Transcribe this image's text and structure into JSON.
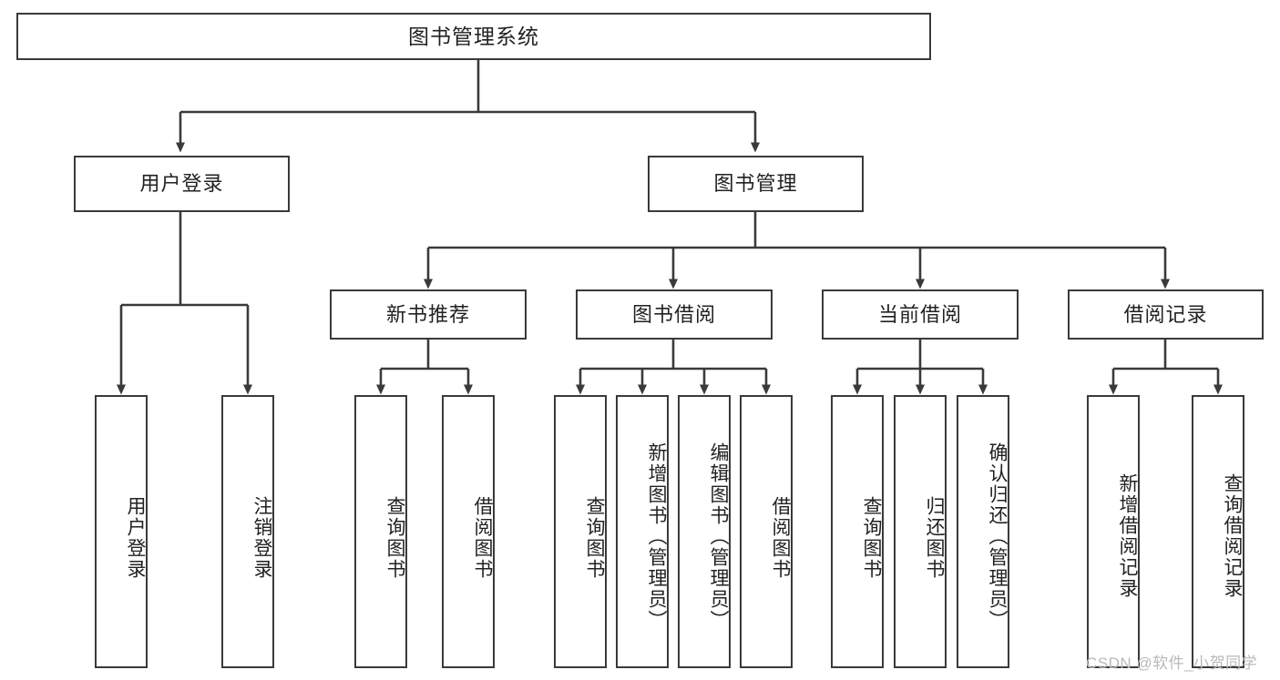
{
  "diagram": {
    "title": "图书管理系统",
    "type": "tree",
    "colors": {
      "stroke": "#3a3a3a",
      "fill": "#ffffff",
      "text": "#222222",
      "watermark": "#b9b9b9"
    },
    "root": {
      "label": "图书管理系统"
    },
    "level2": [
      {
        "label": "用户登录"
      },
      {
        "label": "图书管理"
      }
    ],
    "level3": [
      {
        "label": "新书推荐"
      },
      {
        "label": "图书借阅"
      },
      {
        "label": "当前借阅"
      },
      {
        "label": "借阅记录"
      }
    ],
    "leaves": {
      "user_login": [
        {
          "label": "用户登录"
        },
        {
          "label": "注销登录"
        }
      ],
      "new_book": [
        {
          "label": "查询图书"
        },
        {
          "label": "借阅图书"
        }
      ],
      "borrow": [
        {
          "label": "查询图书"
        },
        {
          "label": "新增图书（管理员）"
        },
        {
          "label": "编辑图书（管理员）"
        },
        {
          "label": "借阅图书"
        }
      ],
      "current": [
        {
          "label": "查询图书"
        },
        {
          "label": "归还图书"
        },
        {
          "label": "确认归还（管理员）"
        }
      ],
      "records": [
        {
          "label": "新增借阅记录"
        },
        {
          "label": "查询借阅记录"
        }
      ]
    }
  },
  "watermark": {
    "text": "CSDN @软件_小贺同学"
  }
}
